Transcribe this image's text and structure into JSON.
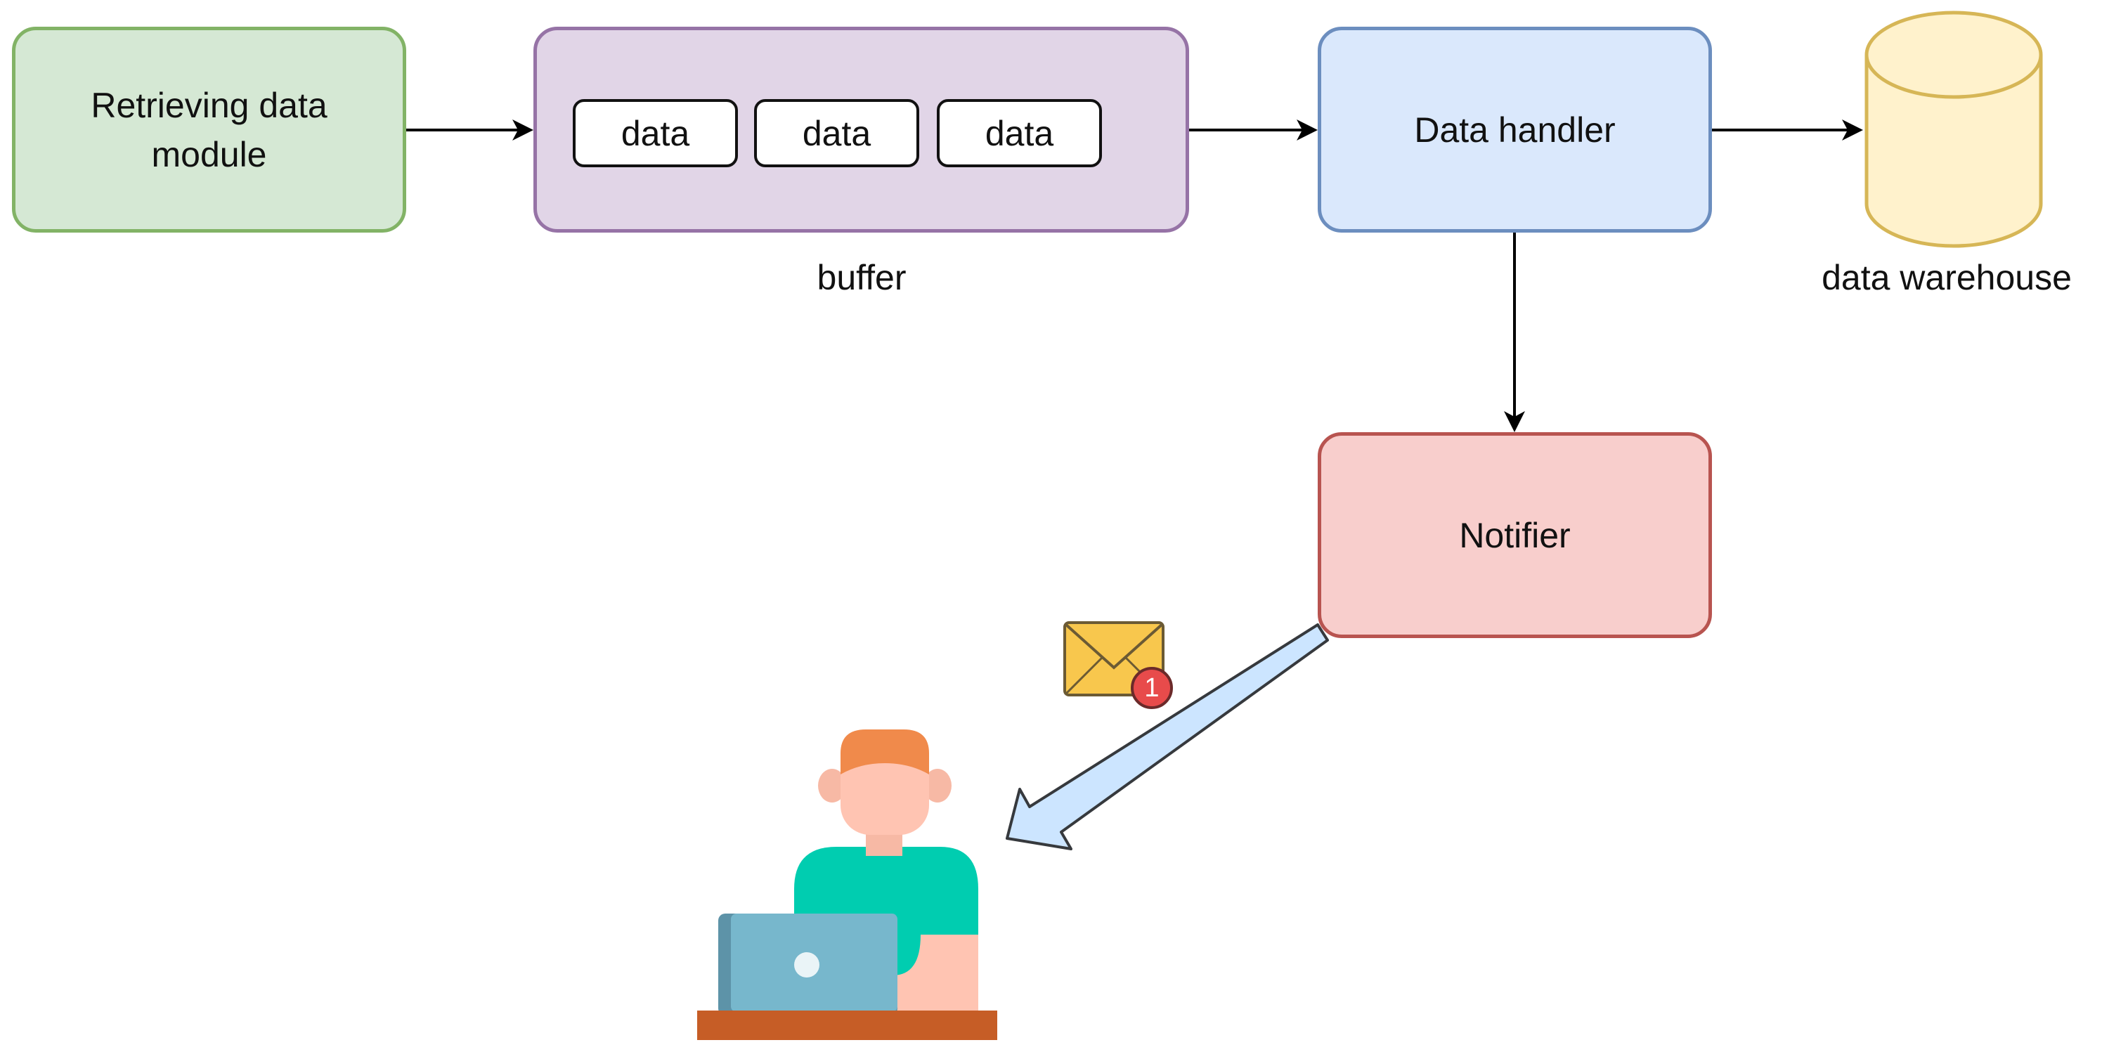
{
  "diagram": {
    "nodes": {
      "retrieving": {
        "label": "Retrieving data module"
      },
      "buffer": {
        "label": "buffer",
        "items": [
          "data",
          "data",
          "data"
        ]
      },
      "handler": {
        "label": "Data handler"
      },
      "warehouse": {
        "label": "data warehouse"
      },
      "notifier": {
        "label": "Notifier"
      }
    },
    "notification_badge": "1",
    "edges": [
      {
        "from": "Retrieving data module",
        "to": "buffer"
      },
      {
        "from": "buffer",
        "to": "Data handler"
      },
      {
        "from": "Data handler",
        "to": "data warehouse"
      },
      {
        "from": "Data handler",
        "to": "Notifier"
      },
      {
        "from": "Notifier",
        "to": "user"
      }
    ],
    "colors": {
      "retrieving_fill": "#d5e8d4",
      "retrieving_stroke": "#82b366",
      "buffer_fill": "#e1d5e7",
      "buffer_stroke": "#9673a6",
      "handler_fill": "#dae8fc",
      "handler_stroke": "#6c8ebf",
      "notifier_fill": "#f8cecc",
      "notifier_stroke": "#b85450",
      "warehouse_fill": "#fff2cc",
      "warehouse_stroke": "#d6b656",
      "notify_arrow_fill": "#cce5ff",
      "notify_arrow_stroke": "#36393d"
    },
    "icons": [
      "envelope-icon",
      "user-at-laptop-icon",
      "database-cylinder-icon"
    ]
  }
}
